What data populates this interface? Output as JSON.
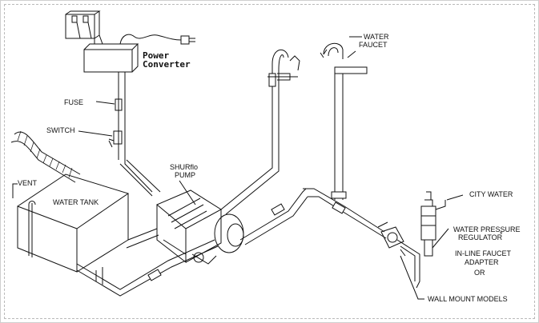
{
  "labels": {
    "power_converter_line1": "Power",
    "power_converter_line2": "Converter",
    "fuse": "FUSE",
    "switch": "SWITCH",
    "vent": "VENT",
    "water_tank": "WATER TANK",
    "pump_line1": "SHURflo",
    "pump_line2": "PUMP",
    "water_faucet_line1": "WATER",
    "water_faucet_line2": "FAUCET",
    "city_water": "CITY WATER",
    "regulator_line1": "WATER PRESSURE",
    "regulator_line2": "REGULATOR",
    "regulator_asterisk": "*",
    "regulator_line3": "IN-LINE FAUCET",
    "regulator_line4": "ADAPTER",
    "regulator_line5": "OR",
    "wall_mount": "WALL MOUNT MODELS"
  }
}
